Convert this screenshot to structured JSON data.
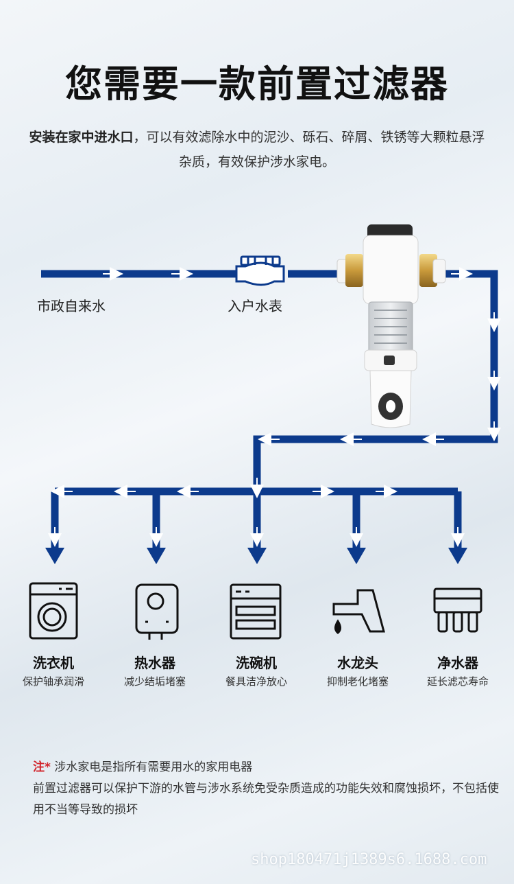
{
  "header": {
    "title": "您需要一款前置过滤器",
    "intro_bold": "安装在家中进水口",
    "intro_rest": "，可以有效滤除水中的泥沙、砾石、碎屑、铁锈等大颗粒悬浮杂质，有效保护涉水家电。"
  },
  "flow": {
    "source_label": "市政自来水",
    "meter_label": "入户水表",
    "pipe_color": "#0c3a8c"
  },
  "appliances": [
    {
      "name": "洗衣机",
      "desc": "保护轴承润滑",
      "icon": "washing-machine-icon"
    },
    {
      "name": "热水器",
      "desc": "减少结垢堵塞",
      "icon": "water-heater-icon"
    },
    {
      "name": "洗碗机",
      "desc": "餐具洁净放心",
      "icon": "dishwasher-icon"
    },
    {
      "name": "水龙头",
      "desc": "抑制老化堵塞",
      "icon": "faucet-icon"
    },
    {
      "name": "净水器",
      "desc": "延长滤芯寿命",
      "icon": "water-purifier-icon"
    }
  ],
  "note": {
    "mark": "注*",
    "line1": "涉水家电是指所有需要用水的家用电器",
    "line2": "前置过滤器可以保护下游的水管与涉水系统免受杂质造成的功能失效和腐蚀损坏，不包括使用不当等导致的损坏"
  },
  "watermark": "shop180471j1389s6.1688.com"
}
